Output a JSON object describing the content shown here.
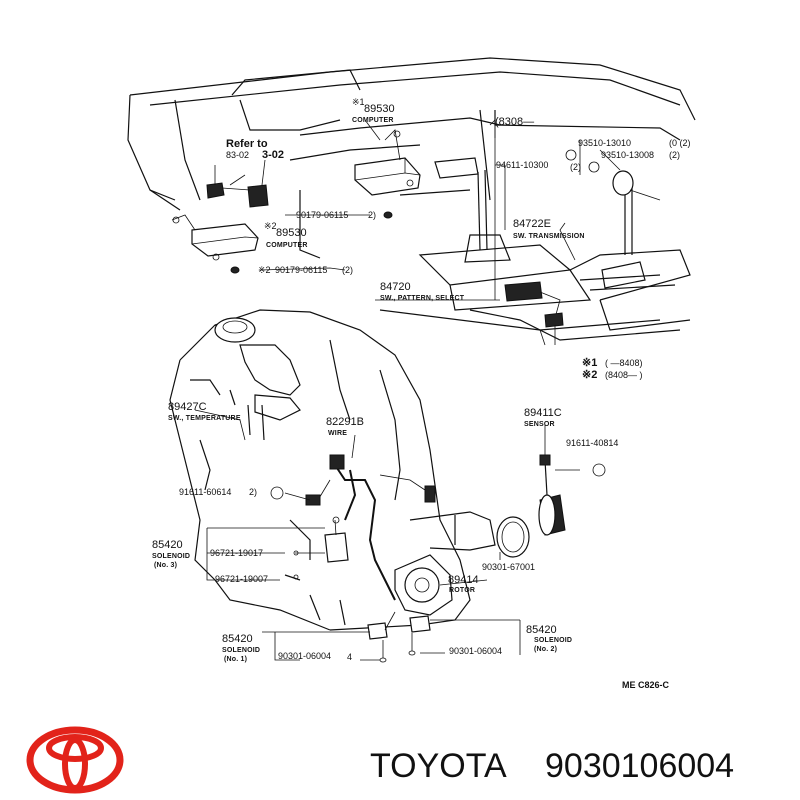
{
  "labels": {
    "p89530a": "89530",
    "computer_a": "COMPUTER",
    "p8308": "(8308—",
    "refer_a": "Refer to",
    "refer_b": "83-02",
    "refer_c": "3-02",
    "p93510_13010": "93510-13010",
    "q_0_2": "(0 (2)",
    "p93510_13008": "93510-13008",
    "q_2a": "(2)",
    "q_2b": "(2)",
    "p94611_10300": "94611-10300",
    "p90179_06115a": "90179-06115",
    "q_2c": "2)",
    "p84722e": "84722E",
    "sw_transmission": "SW. TRANSMISSION",
    "p89530b": "89530",
    "computer_b": "COMPUTER",
    "p90179_06115b": "90179-06115",
    "q_2d": "(2)",
    "p84720": "84720",
    "sw_pattern": "SW., PATTERN, SELECT",
    "range1": "(         —8408)",
    "range2": "(8408—        )",
    "p89427c": "89427C",
    "sw_temp": "SW., TEMPERATURE",
    "p82291b": "82291B",
    "wire": "WIRE",
    "p89411c": "89411C",
    "sensor": "SENSOR",
    "p91611_40814": "91611-40814",
    "p91611_60614": "91611-60614",
    "q_2e": "2)",
    "p85420a": "85420",
    "solenoid3": "SOLENOID",
    "no3": "(No. 3)",
    "p96721_19017": "96721-19017",
    "p96721_19007": "96721-19007",
    "p90301_67001": "90301-67001",
    "p89414": "89414",
    "rotor": "ROTOR",
    "p85420b": "85420",
    "solenoid2": "SOLENOID",
    "no2": "(No. 2)",
    "p85420c": "85420",
    "solenoid1": "SOLENOID",
    "no1": "(No. 1)",
    "p90301_06004a": "90301-06004",
    "q_4": "4",
    "p90301_06004b": "90301-06004",
    "code": "ME  C826-C",
    "star1": "※1",
    "star2": "※2"
  },
  "brand": {
    "name": "TOYOTA",
    "part_number": "9030106004",
    "logo_color": "#e2231a"
  }
}
